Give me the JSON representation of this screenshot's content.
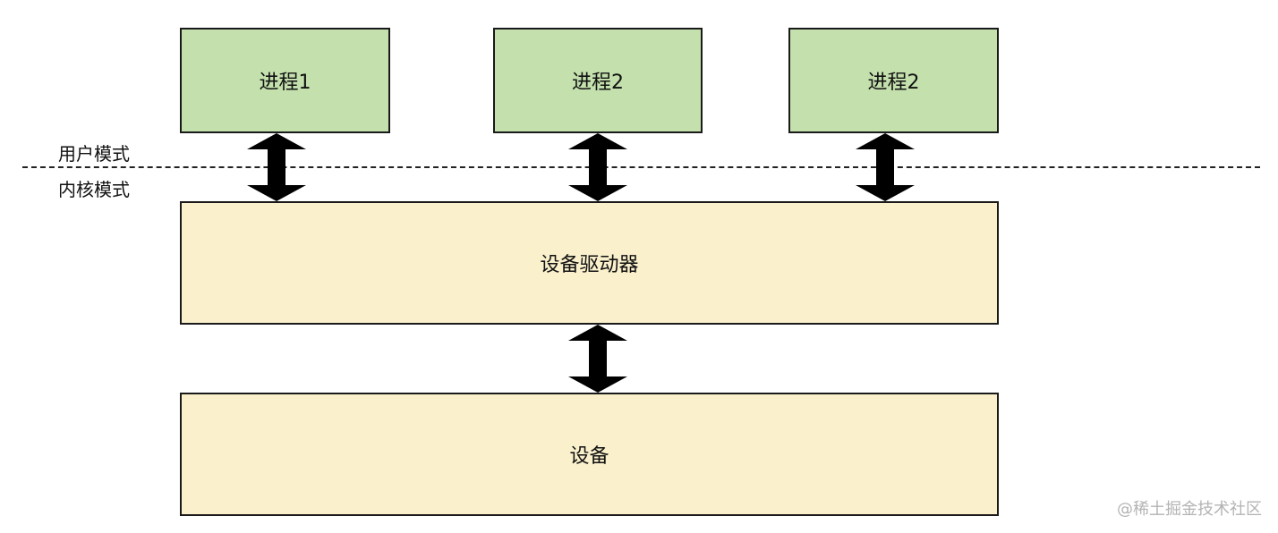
{
  "labels": {
    "user_mode": "用户模式",
    "kernel_mode": "内核模式"
  },
  "processes": [
    {
      "label": "进程1"
    },
    {
      "label": "进程2"
    },
    {
      "label": "进程2"
    }
  ],
  "driver": {
    "label": "设备驱动器"
  },
  "device": {
    "label": "设备"
  },
  "watermark": "@稀土掘金技术社区",
  "colors": {
    "process_fill": "#c3e0ad",
    "kernel_fill": "#faf0cc",
    "stroke": "#1a1a1a",
    "arrow": "#000000"
  },
  "icons": {
    "arrow": "double-headed-vertical-arrow-icon"
  }
}
